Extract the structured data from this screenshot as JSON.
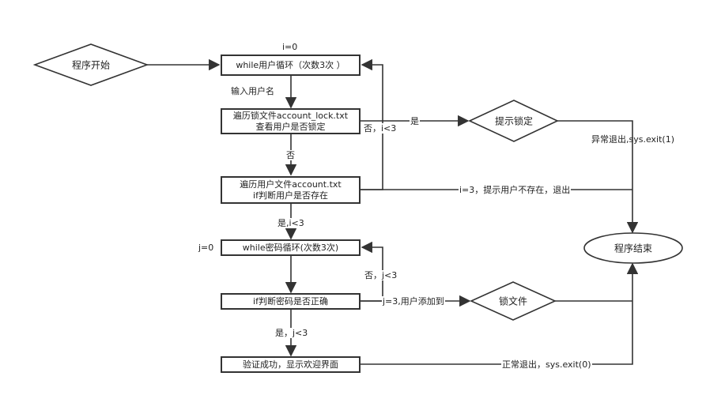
{
  "nodes": {
    "start": "程序开始",
    "user_loop": "while用户循环（次数3次 ）",
    "check_lock_1": "遍历锁文件account_lock.txt",
    "check_lock_2": "查看用户是否锁定",
    "check_user_1": "遍历用户文件account.txt",
    "check_user_2": "if判断用户是否存在",
    "pwd_loop": "while密码循环(次数3次)",
    "pwd_check": "if判断密码是否正确",
    "success": "验证成功，显示欢迎界面",
    "notify_lock": "提示锁定",
    "lock_file": "锁文件",
    "end": "程序结束"
  },
  "labels": {
    "i0": "i=0",
    "input_user": "输入用户名",
    "no_lock": "否",
    "yes_i3": "是,i<3",
    "j0": "j=0",
    "yes_j3": "是，j<3",
    "no_i3": "否，i<3",
    "yes_locked": "是",
    "abnormal_exit": "异常退出,sys.exit(1)",
    "i3_exit": "i=3，提示用户不存在，退出",
    "no_j3": "否，j<3",
    "j3_add": "j=3,用户添加到",
    "normal_exit": "正常退出，sys.exit(0)"
  },
  "colors": {
    "stroke": "#333333",
    "background": "#ffffff",
    "text": "#222222"
  }
}
